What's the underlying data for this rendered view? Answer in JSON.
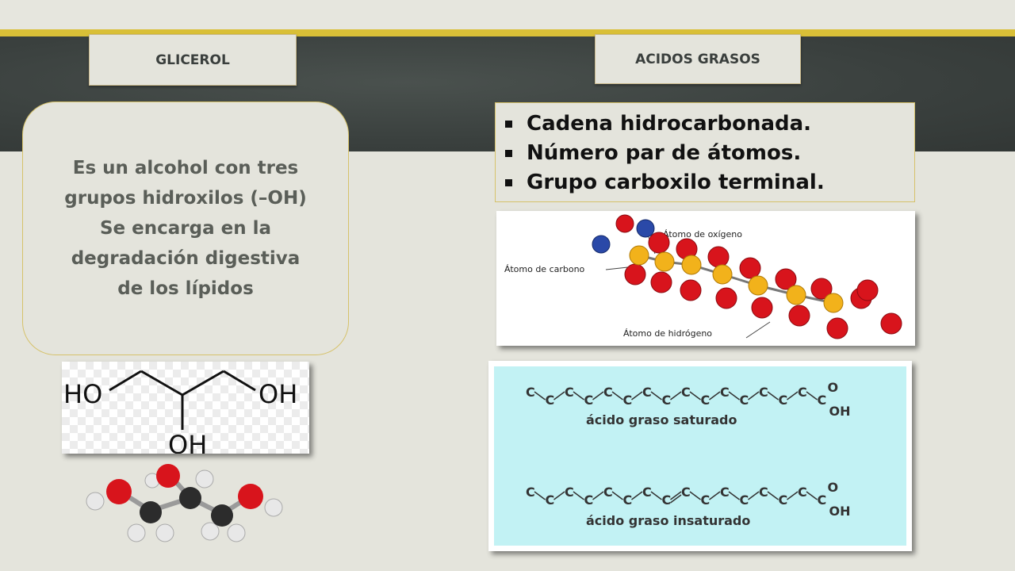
{
  "headers": {
    "glicerol": "GLICEROL",
    "acidos_grasos": "ACIDOS GRASOS"
  },
  "glycerol_card": {
    "lines": [
      "Es un alcohol con tres",
      "grupos hidroxilos (–OH)",
      "Se encarga en la",
      "degradación digestiva",
      "de los lípidos"
    ]
  },
  "fatty_acid_points": [
    "Cadena hidrocarbonada.",
    "Número par de átomos.",
    "Grupo carboxilo terminal."
  ],
  "glycerol_structure": {
    "left_group": "HO",
    "right_group": "OH",
    "bottom_group": "OH"
  },
  "fatty_acid_model": {
    "oxygen_label": "Átomo de oxígeno",
    "carbon_label": "Átomo de carbono",
    "hydrogen_label": "Átomo de hidrógeno"
  },
  "fatty_acid_formulas": {
    "saturated_label": "ácido graso saturado",
    "unsaturated_label": "ácido graso insaturado",
    "carbon": "C",
    "oxygen": "O",
    "hydroxyl": "OH"
  },
  "colors": {
    "accent_gold": "#d9bf37",
    "chalkboard": "#3a403e",
    "oxygen_atom": "#d8141c",
    "carbon_atom": "#f2b21b",
    "nitrogen_atom": "#2a49a8",
    "formula_background": "#c2f2f4"
  }
}
